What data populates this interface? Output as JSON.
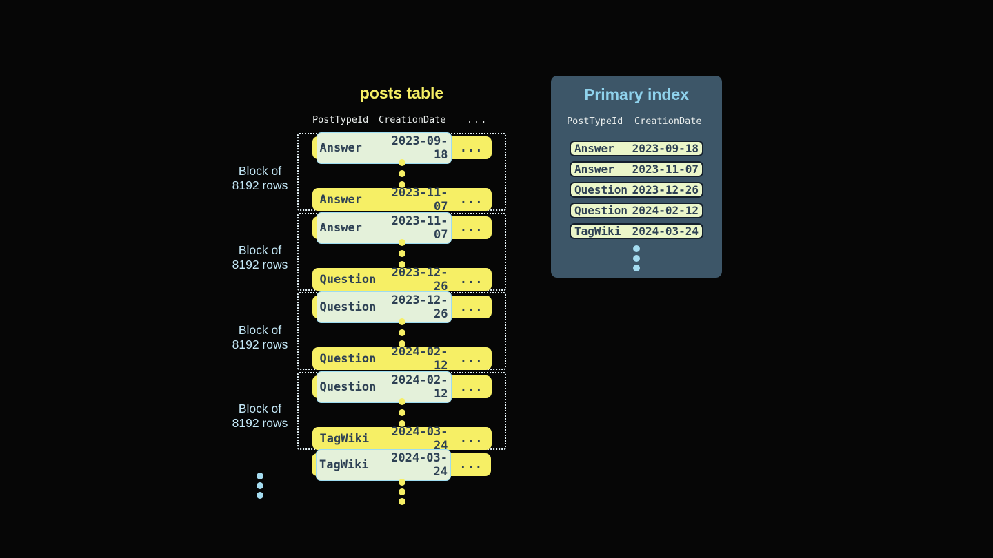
{
  "colors": {
    "background": "#060606",
    "row_yellow": "#f6ef65",
    "row_text": "#2e4154",
    "pill_bg": "#e4f1da",
    "pill_border": "#9edcf0",
    "block_border": "#e6f3f8",
    "block_label": "#c3e7f6",
    "header_text": "#e9edec",
    "panel_bg": "#3d5668",
    "panel_title": "#8fd2ec",
    "index_row_bg": "#ebf6c9",
    "index_row_border": "#15202d",
    "yellow_dot": "#f6ef65",
    "blue_dot": "#a5dcf0",
    "posts_title": "#f6ef65"
  },
  "posts_table": {
    "title": "posts table",
    "headers": {
      "col1": "PostTypeId",
      "col2": "CreationDate",
      "ellipsis": "..."
    },
    "block_label": {
      "line1": "Block of",
      "line2": "8192 rows"
    },
    "blocks": [
      {
        "first": {
          "type": "Answer",
          "date": "2023-09-18",
          "ellipsis": "..."
        },
        "last": {
          "type": "Answer",
          "date": "2023-11-07",
          "ellipsis": "..."
        }
      },
      {
        "first": {
          "type": "Answer",
          "date": "2023-11-07",
          "ellipsis": "..."
        },
        "last": {
          "type": "Question",
          "date": "2023-12-26",
          "ellipsis": "..."
        }
      },
      {
        "first": {
          "type": "Question",
          "date": "2023-12-26",
          "ellipsis": "..."
        },
        "last": {
          "type": "Question",
          "date": "2024-02-12",
          "ellipsis": "..."
        }
      },
      {
        "first": {
          "type": "Question",
          "date": "2024-02-12",
          "ellipsis": "..."
        },
        "last": {
          "type": "TagWiki",
          "date": "2024-03-24",
          "ellipsis": "..."
        }
      }
    ],
    "trailing_row": {
      "type": "TagWiki",
      "date": "2024-03-24",
      "ellipsis": "..."
    }
  },
  "primary_index": {
    "title": "Primary index",
    "headers": {
      "col1": "PostTypeId",
      "col2": "CreationDate"
    },
    "rows": [
      {
        "type": "Answer",
        "date": "2023-09-18"
      },
      {
        "type": "Answer",
        "date": "2023-11-07"
      },
      {
        "type": "Question",
        "date": "2023-12-26"
      },
      {
        "type": "Question",
        "date": "2024-02-12"
      },
      {
        "type": "TagWiki",
        "date": "2024-03-24"
      }
    ]
  }
}
